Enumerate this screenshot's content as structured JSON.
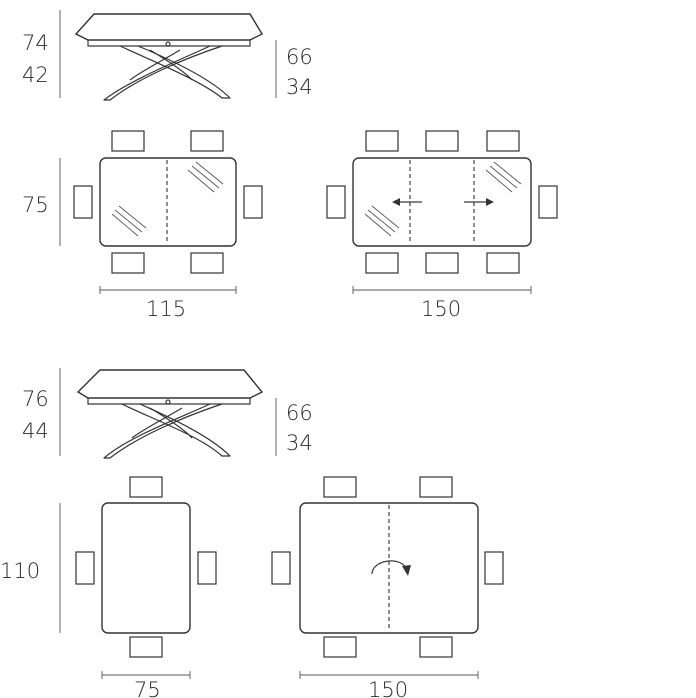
{
  "glass_table": {
    "elevation_height_max": "74",
    "elevation_height_min": "42",
    "elevation_alt_max": "66",
    "elevation_alt_min": "34",
    "depth": "75",
    "closed_width": "115",
    "extended_width": "150"
  },
  "top_table": {
    "elevation_height_max": "76",
    "elevation_height_min": "44",
    "elevation_alt_max": "66",
    "elevation_alt_min": "34",
    "depth": "110",
    "closed_width": "75",
    "open_width": "150"
  },
  "icons": [
    "extend-arrow-left",
    "extend-arrow-right",
    "rotate-arrow"
  ]
}
